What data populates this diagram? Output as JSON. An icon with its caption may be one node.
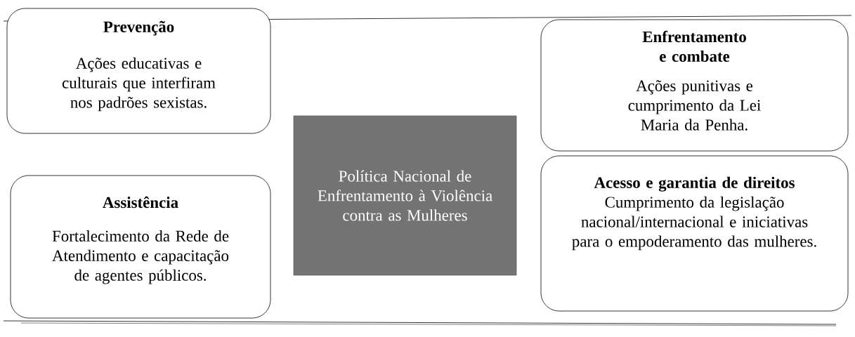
{
  "diagram": {
    "nodes": [
      {
        "text": [
          "Prevenção",
          "Ações educativas e culturais que interfiram nos padrões sexistas."
        ]
      },
      {
        "text": [
          "Enfrentamento e combate",
          "Ações punitivas e cumprimento da Lei Maria da Penha."
        ]
      },
      {
        "text": [
          "Política Nacional de Enfrentamento à Violência contra as Mulheres"
        ]
      },
      {
        "text": [
          "Assistência",
          "Fortalecimento da Rede de Atendimento e capacitação de agentes públicos."
        ]
      },
      {
        "text": [
          "Acesso e garantia de direitos",
          "Cumprimento da legislação nacional/internacional e iniciativas para o empoderamento das mulheres."
        ]
      }
    ]
  }
}
